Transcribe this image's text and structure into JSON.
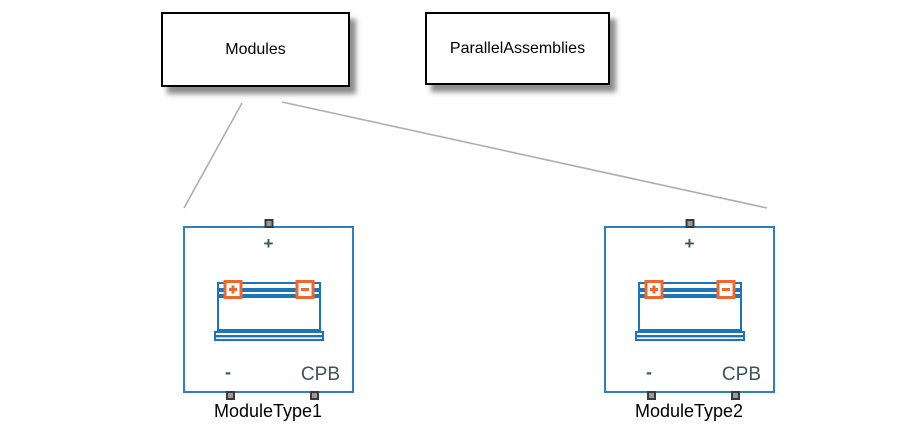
{
  "colors": {
    "background": "#ffffff",
    "library_box_border": "#000000",
    "module_block_border": "#2f7fbe",
    "battery_blue": "#1a75bb",
    "battery_orange": "#f1662a",
    "port_label_text": "#3e5557",
    "badge_text": "#3c5456",
    "connector_line": "#aeaeae",
    "port_fill": "#9a9a9a",
    "port_border": "#3a3a3a"
  },
  "library_boxes": [
    {
      "label": "Modules"
    },
    {
      "label": "ParallelAssemblies"
    }
  ],
  "modules": [
    {
      "name": "ModuleType1",
      "plus_label": "+",
      "minus_label": "-",
      "badge": "CPB"
    },
    {
      "name": "ModuleType2",
      "plus_label": "+",
      "minus_label": "-",
      "badge": "CPB"
    }
  ]
}
